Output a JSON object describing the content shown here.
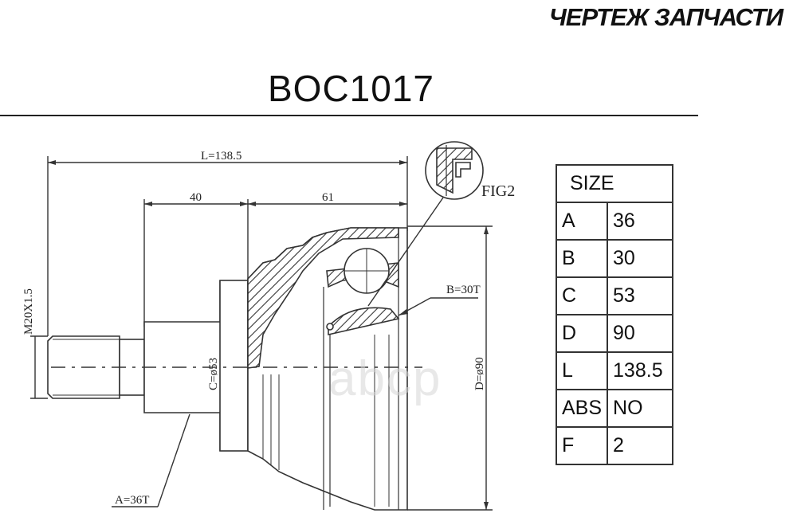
{
  "header": {
    "brand": "ЧЕРТЕЖ ЗАПЧАСТИ",
    "part_number": "BOC1017"
  },
  "drawing": {
    "dim_length": "L=138.5",
    "dim_40": "40",
    "dim_61": "61",
    "fig_label": "FIG2",
    "thread": "M20X1.5",
    "inner_teeth": "B=30T",
    "outer_teeth": "A=36T",
    "dia_c": "C=ø53",
    "dia_d": "D=ø90",
    "watermark": "abcp"
  },
  "size_table": {
    "header": "SIZE",
    "rows": [
      {
        "key": "A",
        "value": "36"
      },
      {
        "key": "B",
        "value": "30"
      },
      {
        "key": "C",
        "value": "53"
      },
      {
        "key": "D",
        "value": "90"
      },
      {
        "key": "L",
        "value": "138.5"
      },
      {
        "key": "ABS",
        "value": "NO"
      },
      {
        "key": "F",
        "value": "2"
      }
    ]
  }
}
